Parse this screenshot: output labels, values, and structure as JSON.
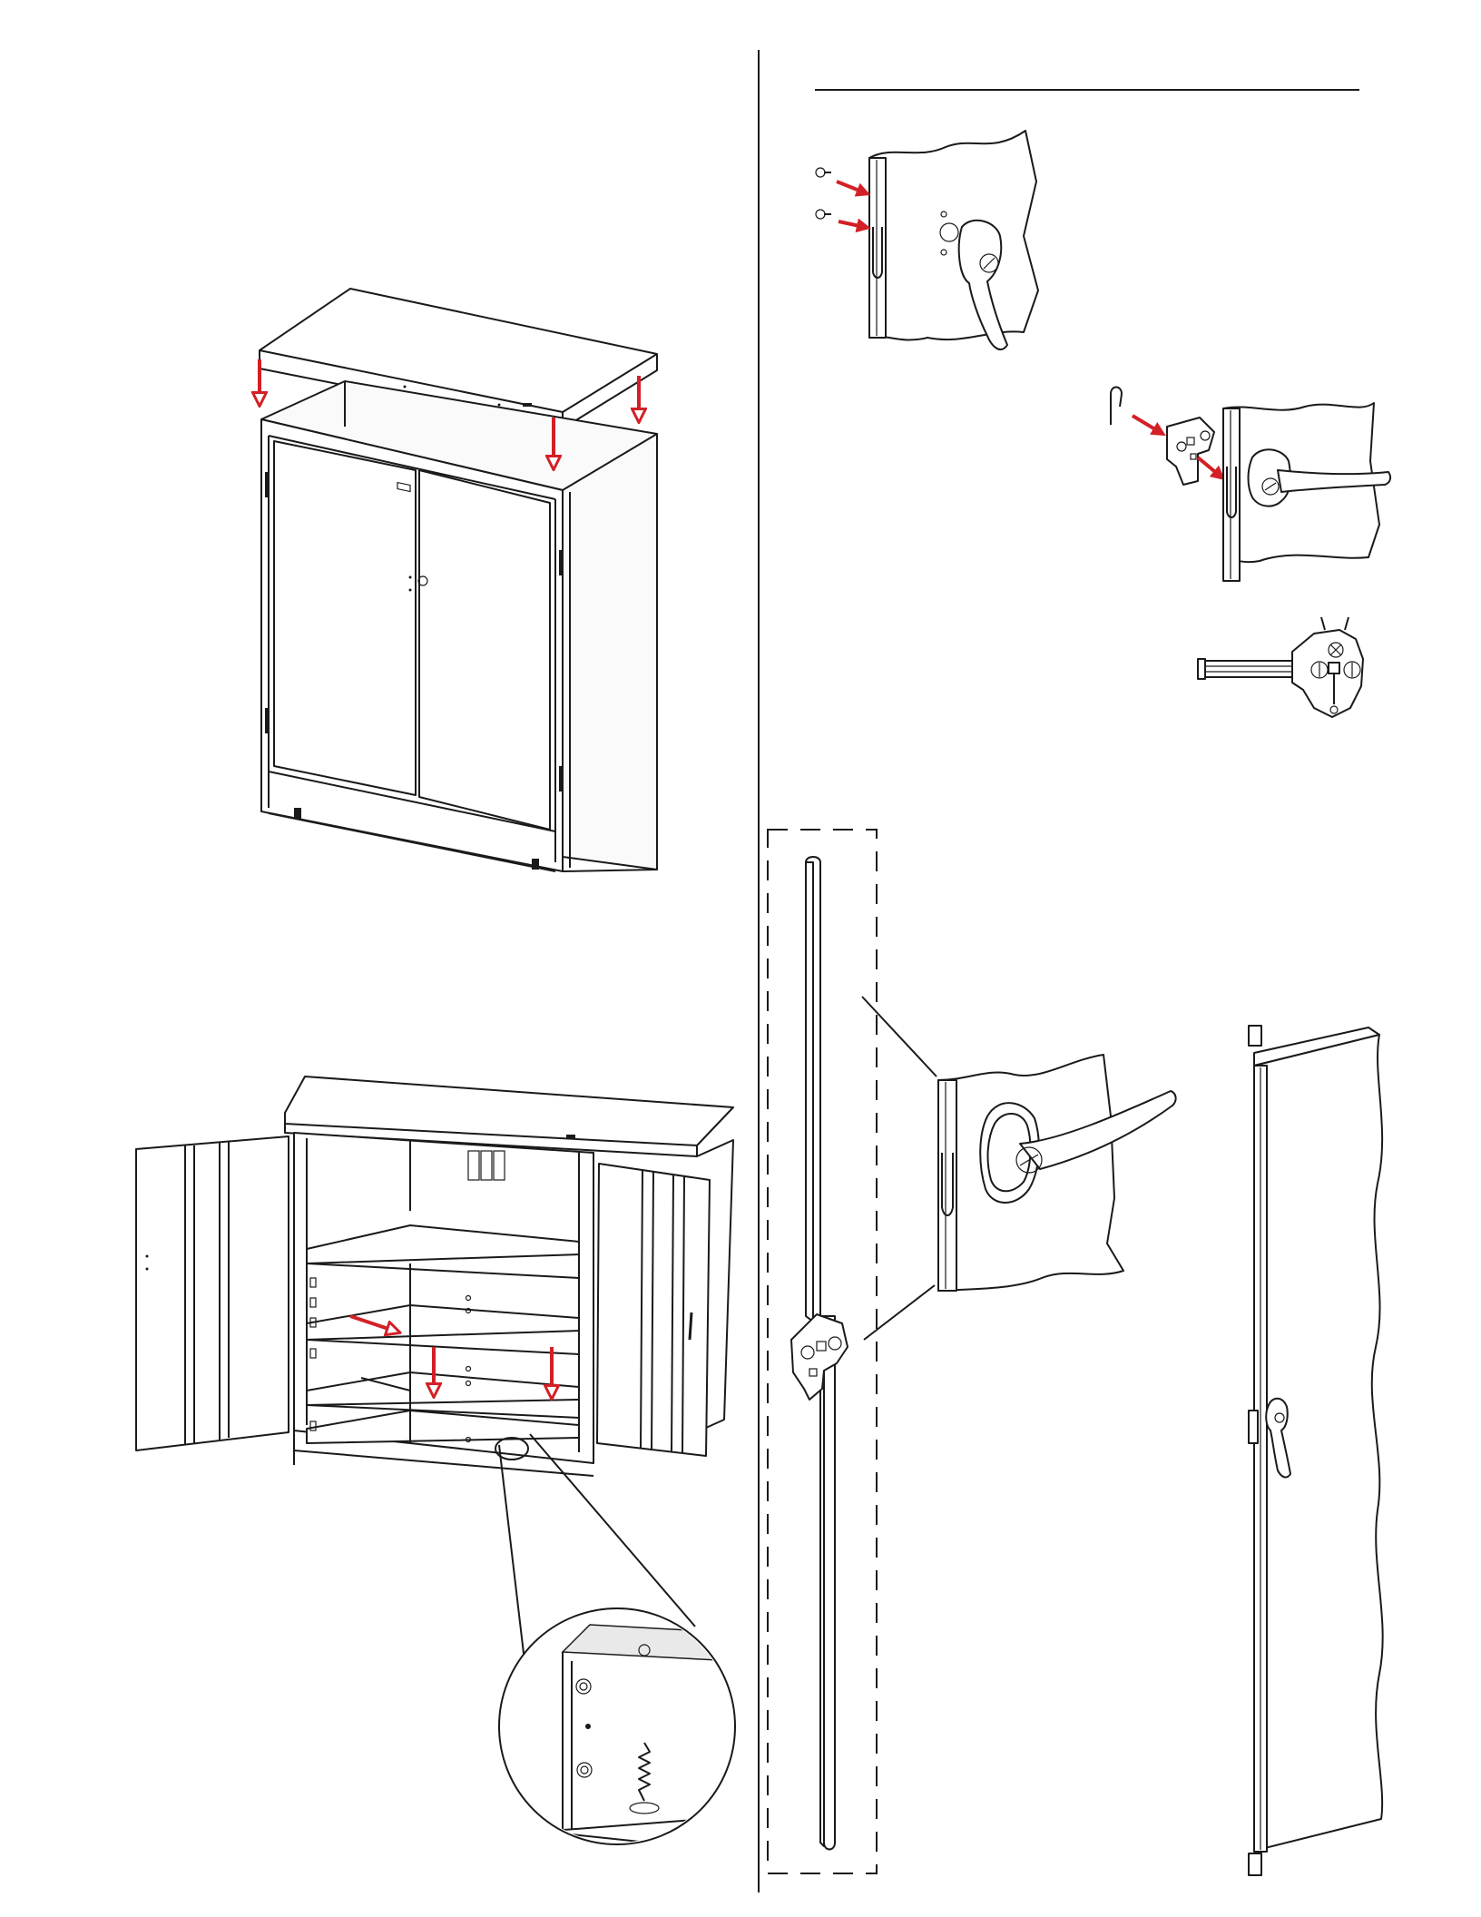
{
  "colors": {
    "arrow": "#d32026",
    "line": "#1a1a1a",
    "background": "#ffffff"
  },
  "panels": {
    "left": [
      "top-panel-installation",
      "bottom-shelf-installation"
    ],
    "right": [
      "latch-plate-installation",
      "lock-bar-installation"
    ]
  }
}
